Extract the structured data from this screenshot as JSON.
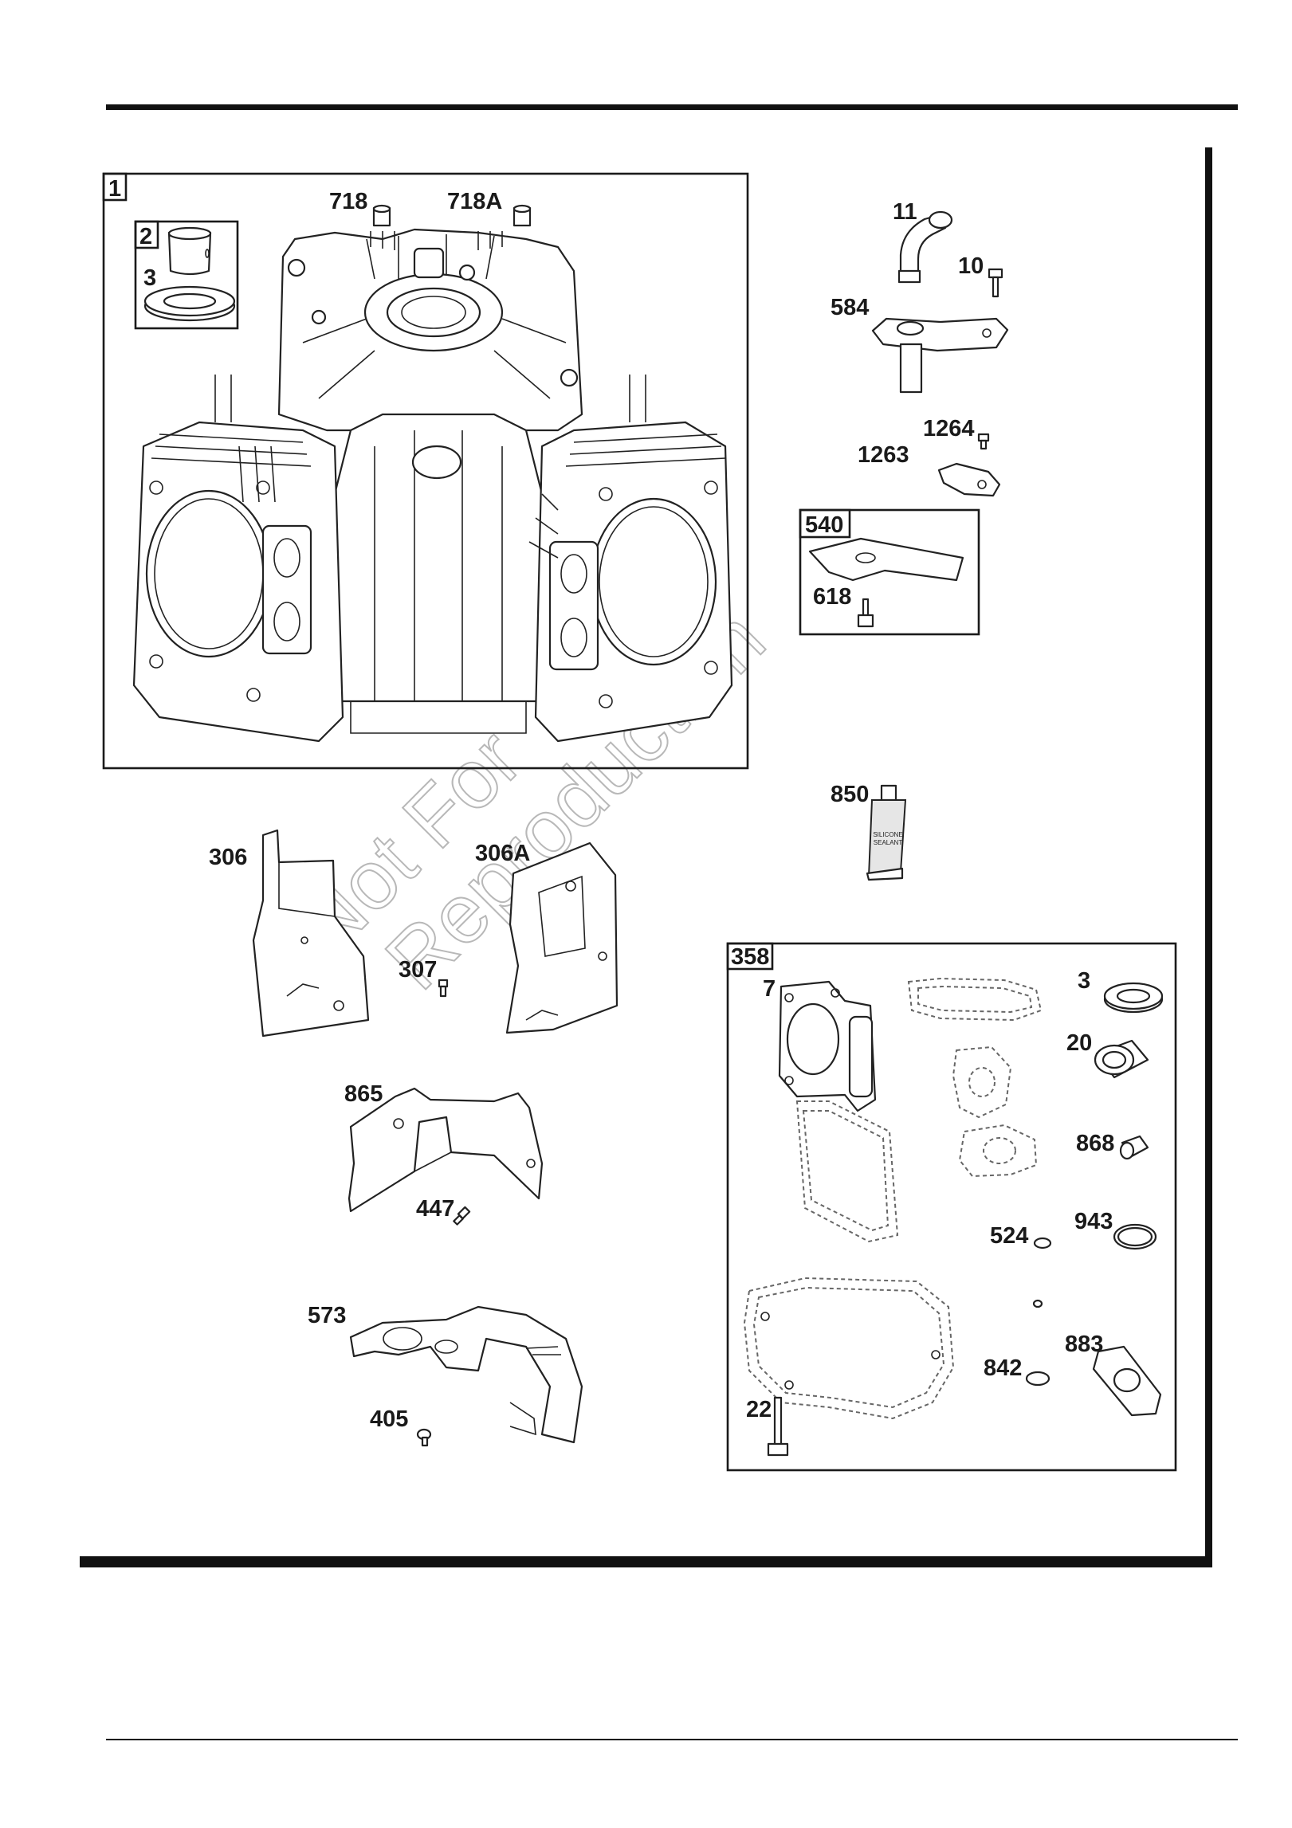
{
  "watermark": {
    "line1": "Not For",
    "line2": "Reproduction"
  },
  "boxes": {
    "engine_assembly": "1",
    "bushing_kit": "2",
    "breather_kit": "540",
    "gasket_set": "358"
  },
  "callouts": {
    "p718": "718",
    "p718a": "718A",
    "p3_kit": "3",
    "p11": "11",
    "p10": "10",
    "p584": "584",
    "p1264": "1264",
    "p1263": "1263",
    "p618": "618",
    "p850": "850",
    "p306": "306",
    "p306a": "306A",
    "p307": "307",
    "p865": "865",
    "p447": "447",
    "p573": "573",
    "p405": "405",
    "p7": "7",
    "p3_set": "3",
    "p20": "20",
    "p868": "868",
    "p524": "524",
    "p943": "943",
    "p883": "883",
    "p842": "842",
    "p22": "22"
  },
  "sealant_tube": {
    "line1": "SILICONE",
    "line2": "SEALANT"
  },
  "colors": {
    "ink": "#1a1a1a",
    "watermark": "#b8b8b8",
    "fill": "#e6e6e6"
  }
}
